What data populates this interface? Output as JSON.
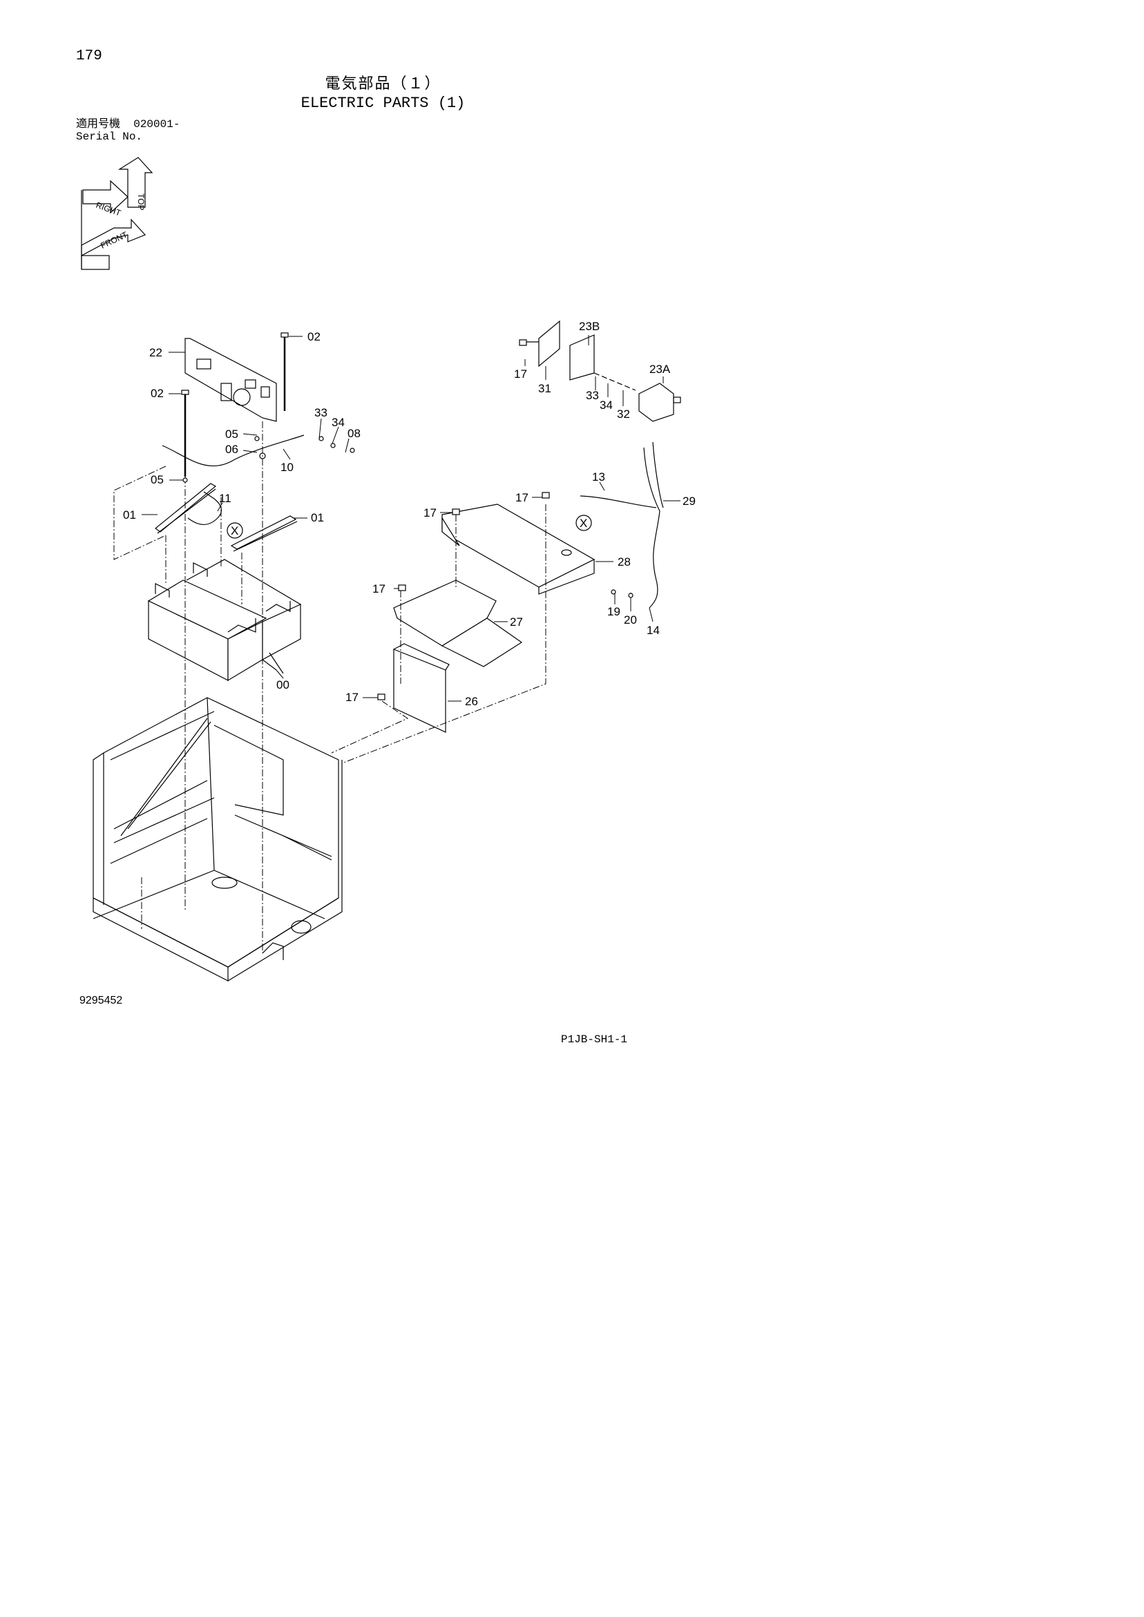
{
  "page_number": "179",
  "title_jp": "電気部品（１）",
  "title_en": "ELECTRIC PARTS (1)",
  "serial": {
    "label_jp": "適用号機",
    "value": "020001-",
    "label_en": "Serial No."
  },
  "orientation": {
    "top": "TOP",
    "right": "RIGHT",
    "front": "FRONT"
  },
  "callouts": {
    "c02a": "02",
    "c22": "22",
    "c02b": "02",
    "c05a": "05",
    "c06": "06",
    "c10": "10",
    "c33a": "33",
    "c34a": "34",
    "c08": "08",
    "c05b": "05",
    "c01a": "01",
    "c11": "11",
    "c01b": "01",
    "cXa": "X",
    "c00": "00",
    "c17a": "17",
    "c31": "31",
    "c23B": "23B",
    "c33b": "33",
    "c34b": "34",
    "c32": "32",
    "c23A": "23A",
    "c13": "13",
    "c17b": "17",
    "c29": "29",
    "c17c": "17",
    "cXb": "X",
    "c28": "28",
    "c17d": "17",
    "c27": "27",
    "c19": "19",
    "c20": "20",
    "c14": "14",
    "c17e": "17",
    "c26": "26"
  },
  "document_number": "9295452",
  "sheet_code": "P1JB-SH1-1"
}
